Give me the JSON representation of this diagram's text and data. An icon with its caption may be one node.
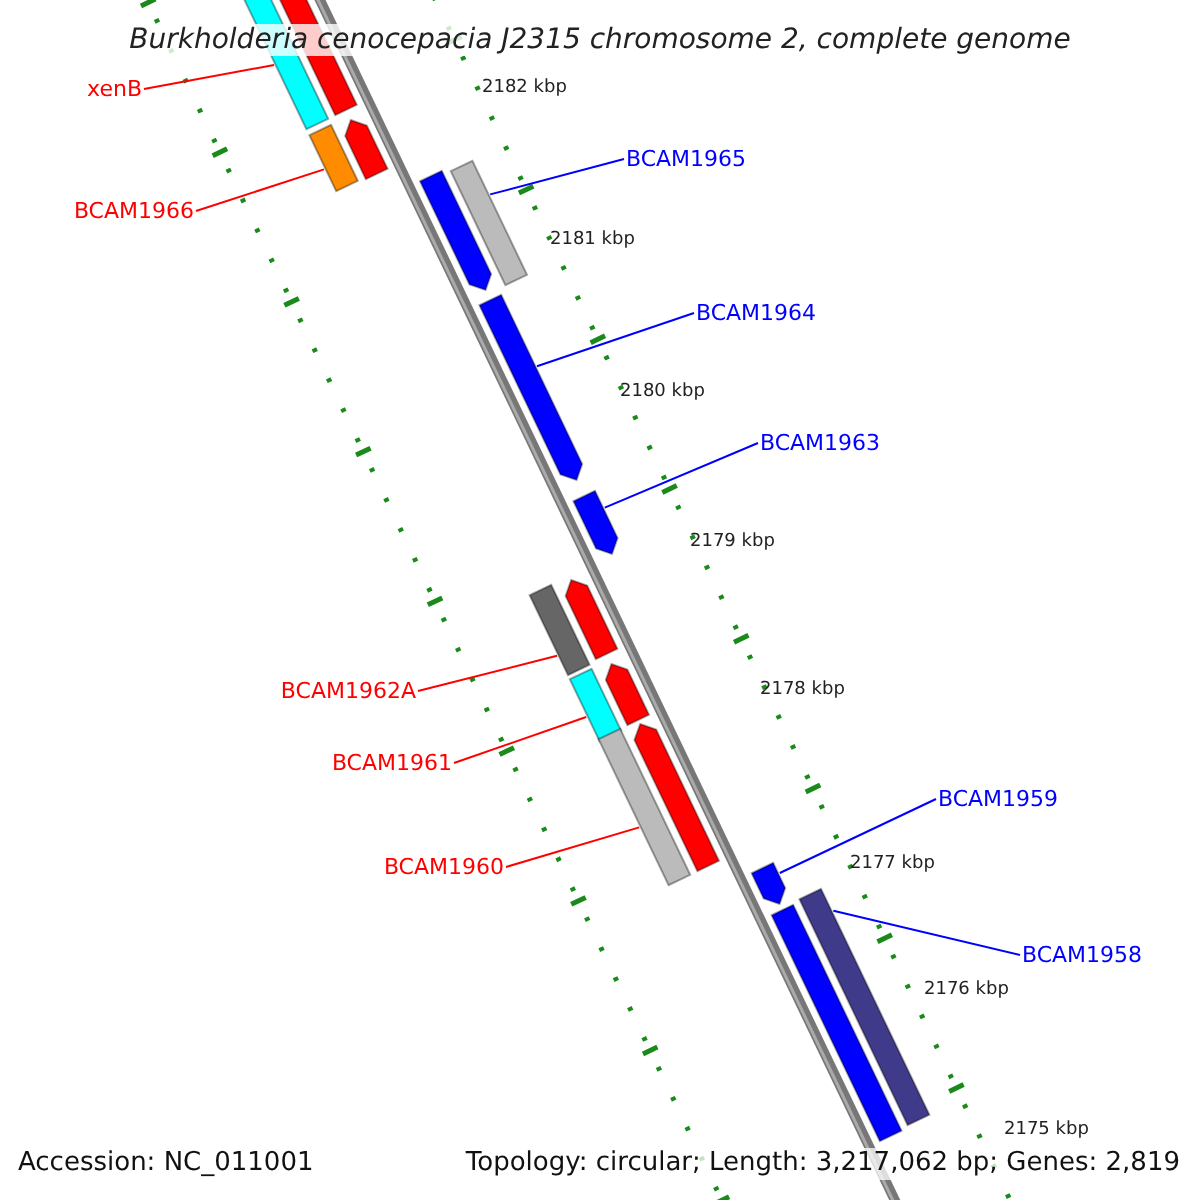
{
  "diagram": {
    "title": "Burkholderia cenocepacia J2315 chromosome 2, complete genome",
    "nodes": [
      {
        "text": [
          "xenB"
        ]
      },
      {
        "text": [],
        "shape": "bar"
      },
      {
        "text": [],
        "shape": "bar"
      },
      {
        "text": [
          "BCAM1966"
        ]
      },
      {
        "text": [],
        "shape": "bar"
      },
      {
        "text": [],
        "shape": "bar"
      },
      {
        "text": [
          "BCAM1965"
        ]
      },
      {
        "text": [],
        "shape": "bar"
      },
      {
        "text": [],
        "shape": "bar"
      },
      {
        "text": [
          "BCAM1964"
        ]
      },
      {
        "text": [],
        "shape": "bar"
      },
      {
        "text": [
          "BCAM1963"
        ]
      },
      {
        "text": [],
        "shape": "bar"
      },
      {
        "text": [
          "BCAM1962A"
        ]
      },
      {
        "text": [],
        "shape": "bar"
      },
      {
        "text": [],
        "shape": "bar"
      },
      {
        "text": [
          "BCAM1961"
        ]
      },
      {
        "text": [],
        "shape": "bar"
      },
      {
        "text": [],
        "shape": "bar"
      },
      {
        "text": [
          "BCAM1960"
        ]
      },
      {
        "text": [],
        "shape": "bar"
      },
      {
        "text": [],
        "shape": "bar"
      },
      {
        "text": [
          "BCAM1959"
        ]
      },
      {
        "text": [],
        "shape": "bar"
      },
      {
        "text": [
          "BCAM1958"
        ]
      },
      {
        "text": [],
        "shape": "bar"
      },
      {
        "text": [],
        "shape": "bar"
      }
    ],
    "edges": [
      {
        "from": 0,
        "to": 1,
        "arrow": "none",
        "color": "#ff0000"
      },
      {
        "from": 3,
        "to": 5,
        "arrow": "none",
        "color": "#ff0000"
      },
      {
        "from": 6,
        "to": 7,
        "arrow": "none",
        "color": "#0000ff"
      },
      {
        "from": 9,
        "to": 10,
        "arrow": "none",
        "color": "#0000ff"
      },
      {
        "from": 11,
        "to": 12,
        "arrow": "none",
        "color": "#0000ff"
      },
      {
        "from": 13,
        "to": 15,
        "arrow": "none",
        "color": "#ff0000"
      },
      {
        "from": 16,
        "to": 18,
        "arrow": "none",
        "color": "#ff0000"
      },
      {
        "from": 19,
        "to": 21,
        "arrow": "none",
        "color": "#ff0000"
      },
      {
        "from": 22,
        "to": 23,
        "arrow": "none",
        "color": "#0000ff"
      },
      {
        "from": 24,
        "to": 25,
        "arrow": "none",
        "color": "#0000ff"
      }
    ],
    "labels": [
      "2182 kbp",
      "2181 kbp",
      "2180 kbp",
      "2179 kbp",
      "2178 kbp",
      "2177 kbp",
      "2176 kbp",
      "2175 kbp",
      "Accession: NC_011001",
      "Topology: circular; Length: 3,217,062 bp; Genes: 2,819"
    ]
  }
}
